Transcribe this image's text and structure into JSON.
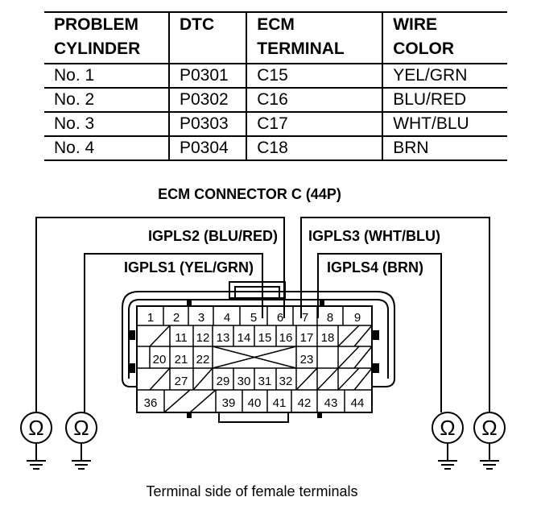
{
  "table": {
    "headers": [
      [
        "PROBLEM",
        "CYLINDER"
      ],
      [
        "DTC"
      ],
      [
        "ECM",
        "TERMINAL"
      ],
      [
        "WIRE",
        "COLOR"
      ]
    ],
    "rows": [
      [
        "No. 1",
        "P0301",
        "C15",
        "YEL/GRN"
      ],
      [
        "No. 2",
        "P0302",
        "C16",
        "BLU/RED"
      ],
      [
        "No. 3",
        "P0303",
        "C17",
        "WHT/BLU"
      ],
      [
        "No. 4",
        "P0304",
        "C18",
        "BRN"
      ]
    ]
  },
  "diagram": {
    "title": "ECM CONNECTOR C (44P)",
    "labels": {
      "igpls2": "IGPLS2 (BLU/RED)",
      "igpls3": "IGPLS3 (WHT/BLU)",
      "igpls1": "IGPLS1 (YEL/GRN)",
      "igpls4": "IGPLS4 (BRN)"
    },
    "meter_symbol": "Ω",
    "caption": "Terminal side of female terminals",
    "pins": {
      "row1": [
        "1",
        "2",
        "3",
        "4",
        "5",
        "6",
        "7",
        "8",
        "9"
      ],
      "row2": [
        "11",
        "12",
        "13",
        "14",
        "15",
        "16",
        "17",
        "18"
      ],
      "row3a": [
        "20",
        "21",
        "22"
      ],
      "row3b": [
        "23"
      ],
      "row4a": [
        "27"
      ],
      "row4b": [
        "29",
        "30",
        "31",
        "32"
      ],
      "row5a": [
        "36"
      ],
      "row5b": [
        "39",
        "40",
        "41",
        "42",
        "43",
        "44"
      ]
    }
  }
}
